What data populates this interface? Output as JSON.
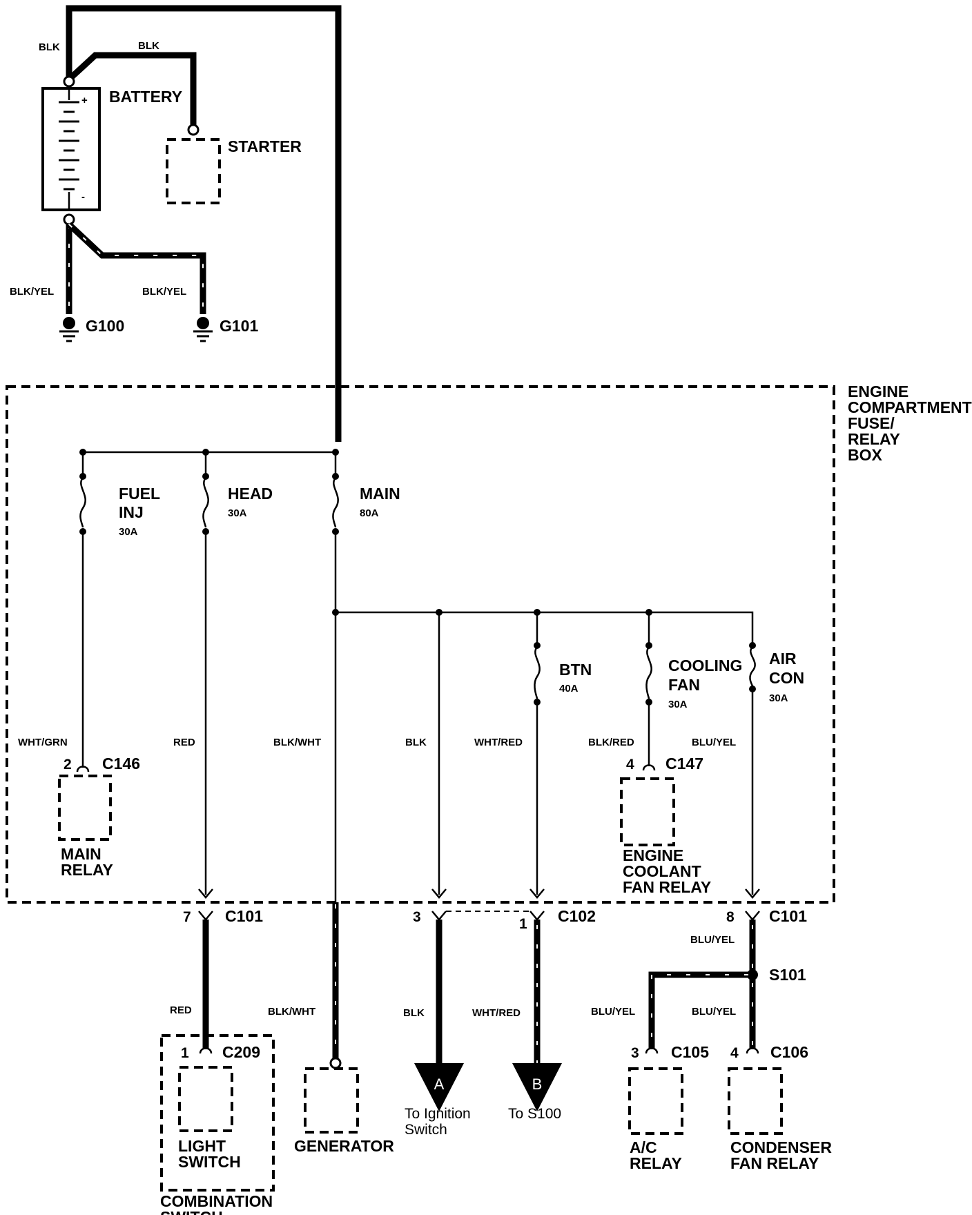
{
  "battery": {
    "label": "BATTERY",
    "plus": "+",
    "minus": "-"
  },
  "starter": {
    "label": "STARTER"
  },
  "wires": {
    "blk": "BLK",
    "blk_yel": "BLK/YEL",
    "wht_grn": "WHT/GRN",
    "red": "RED",
    "blk_wht": "BLK/WHT",
    "wht_red": "WHT/RED",
    "blk_red": "BLK/RED",
    "blu_yel": "BLU/YEL"
  },
  "grounds": {
    "g100": "G100",
    "g101": "G101"
  },
  "fusebox": {
    "line1": "ENGINE",
    "line2": "COMPARTMENT",
    "line3": "FUSE/",
    "line4": "RELAY",
    "line5": "BOX"
  },
  "fuses": {
    "fuel_inj": {
      "name1": "FUEL",
      "name2": "INJ",
      "rating": "30A"
    },
    "head": {
      "name1": "HEAD",
      "rating": "30A"
    },
    "main": {
      "name1": "MAIN",
      "rating": "80A"
    },
    "btn": {
      "name1": "BTN",
      "rating": "40A"
    },
    "cooling_fan": {
      "name1": "COOLING",
      "name2": "FAN",
      "rating": "30A"
    },
    "air_con": {
      "name1": "AIR",
      "name2": "CON",
      "rating": "30A"
    }
  },
  "connectors": {
    "c146": {
      "id": "C146",
      "pin": "2"
    },
    "c147": {
      "id": "C147",
      "pin": "4"
    },
    "c101a": {
      "id": "C101",
      "pin": "7"
    },
    "c102": {
      "id": "C102",
      "pin_a": "3",
      "pin_b": "1"
    },
    "c101b": {
      "id": "C101",
      "pin": "8"
    },
    "c209": {
      "id": "C209",
      "pin": "1"
    },
    "c105": {
      "id": "C105",
      "pin": "3"
    },
    "c106": {
      "id": "C106",
      "pin": "4"
    },
    "s101": {
      "id": "S101"
    }
  },
  "components": {
    "main_relay": {
      "line1": "MAIN",
      "line2": "RELAY"
    },
    "coolant_relay": {
      "line1": "ENGINE",
      "line2": "COOLANT",
      "line3": "FAN RELAY"
    },
    "light_switch": {
      "line1": "LIGHT",
      "line2": "SWITCH"
    },
    "combination_switch": {
      "line1": "COMBINATION",
      "line2": "SWITCH"
    },
    "generator": {
      "label": "GENERATOR"
    },
    "ac_relay": {
      "line1": "A/C",
      "line2": "RELAY"
    },
    "condenser_relay": {
      "line1": "CONDENSER",
      "line2": "FAN RELAY"
    }
  },
  "references": {
    "a": {
      "letter": "A",
      "line1": "To Ignition",
      "line2": "Switch"
    },
    "b": {
      "letter": "B",
      "line1": "To S100"
    }
  }
}
